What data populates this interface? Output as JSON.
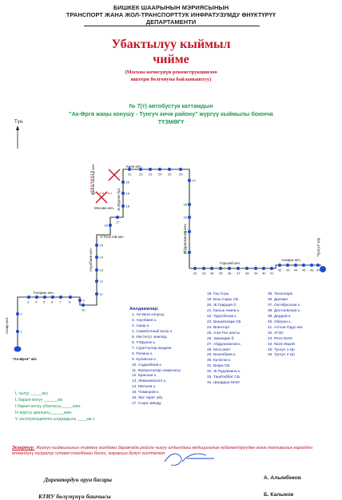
{
  "header": {
    "line1": "БИШКЕК ШААРЫНЫН  МЭРИЯСЫНЫН",
    "line2": "ТРАНСПОРТ ЖАНА ЖОЛ-ТРАНСПОРТТУК ИНФРАТУЗУМДУ ӨНҮКТҮРҮҮ",
    "line3": "ДЕПАРТАМЕНТИ"
  },
  "title": {
    "line1": "Убактылуу кыймыл",
    "line2": "чийме",
    "line3": "(Москва көчөсүнүн реконструкциялоо",
    "line4": "иштери болгонуна байланыштуу)"
  },
  "route": {
    "line1": "№ 7(т) автобустук каттамдын",
    "line2": "\"Ак-Өргө жаңы конушу - Тунгуч кичи району\" жүргүү кыймылы боюнча",
    "line3": "ТҮЗМӨГҮ"
  },
  "map": {
    "north_label": "Түн.",
    "start_terminal": "\"Ак-Өргө\" ж/к",
    "end_terminal": "\"Тунгуч\" к/р",
    "streets": {
      "ashar": "Ашар көч.",
      "gagarin": "Гагарин көч.",
      "akhunbaev": "Ахунбаев көч.",
      "tolstoy": "Л.Толстой көч.",
      "moskva": "Москва көч.",
      "baitik": "Байтик баатыр көч.",
      "frunze": "Ж.Фрунзе бул.",
      "kiev": "Киев көч.",
      "abdrakhmanov": "Абдрахманов көч.",
      "gorky": "Горький көч.",
      "ankara": "Анкара көч."
    },
    "stop_numbers": [
      "1",
      "2",
      "3",
      "4",
      "5",
      "6",
      "7",
      "8",
      "9",
      "10",
      "11",
      "12",
      "13",
      "14",
      "15",
      "16",
      "17",
      "18",
      "19",
      "20",
      "21",
      "22",
      "23",
      "24",
      "25",
      "26",
      "27",
      "28",
      "29",
      "30",
      "31",
      "32",
      "33",
      "34",
      "35",
      "36",
      "37",
      "38",
      "39",
      "40",
      "41",
      "42",
      "43",
      "44",
      "45",
      "46",
      "47"
    ],
    "colors": {
      "route": "#3a3a3a",
      "stop": "#1f4bd1",
      "closed": "#c0182a",
      "terminal": "#1f4bd1"
    }
  },
  "legend_title": "Аялдамалар:",
  "stops": [
    "1. Ак-Өргө конушу",
    "2. Ахунбаев к.",
    "3. Ашар к.",
    "4. Самебнчный жолу к.",
    "5. Институт земляд.",
    "6. Т.Фрунзе к.",
    "7. Суретчүлөр академ.",
    "8. Репина к.",
    "9. Кулиясан к.",
    "10. Садыкбаев к.",
    "11. Жумушчулар шаарчасы",
    "12. Красная к.",
    "13. Леваневского к.",
    "14. Матыев к.",
    "15. Чокморов к.",
    "16. №2 төрөт үйү",
    "17. Сыра заводу",
    "18. Ош б-ры",
    "19. Беш Сары СБ",
    "20. Ж.Гвардия б.",
    "21. Калык Акиев к.",
    "22. Турусбеков к.",
    "23. Бишкекпарк СБ",
    "24. Военторг",
    "25. Ала-Тоо аянты",
    "26. Эркиндик б.",
    "27. Абдрахманов к.",
    "28. Моссовет",
    "29. Бекенбаев к.",
    "30. Кулатов к.",
    "31. Вефа СБ",
    "32. Ж.Пудовкина к.",
    "33. ТашРаббат СБ",
    "34. Шаардык МАИ",
    "35. Технопарк",
    "36. Дасмия",
    "37. Октябрьская к.",
    "38. Достоевская к.",
    "39. Дордой к.",
    "40. Оберон к.",
    "41. Алтын-Ордо ж/к",
    "42. АГЗС",
    "43. Респ.МАИ",
    "44. №18 Лицей",
    "45. Тунгуч 1 к/р",
    "46. Тунгуч 2 к/р"
  ],
  "fields": [
    "L чыгуу _____ж/у.",
    "L барып-келүү ______км.",
    "t барып-келүү убактысы_____мин.",
    "H жүргүү аралыгы______мин.",
    "V эксплуатациялоо ылдамдыгы ____км.с"
  ],
  "note": {
    "label": "Эскертүү:",
    "text": " Жүргүү кыймылынын түзмөгү жолдомо баракчада рейске чыгуу алдындагы медициналык күбөлөндүрүүдөн жана техникалык кароодон өткөндүгү тууралуу штамп коюлбаган болсо, жараксыз болуп эсептелет."
  },
  "signatures": [
    {
      "title": "Директордун орун басары",
      "name": "А. Алымбеков"
    },
    {
      "title": "КТИУ бөлүмүнүн башчысы",
      "name": "Б. Калыков"
    }
  ]
}
